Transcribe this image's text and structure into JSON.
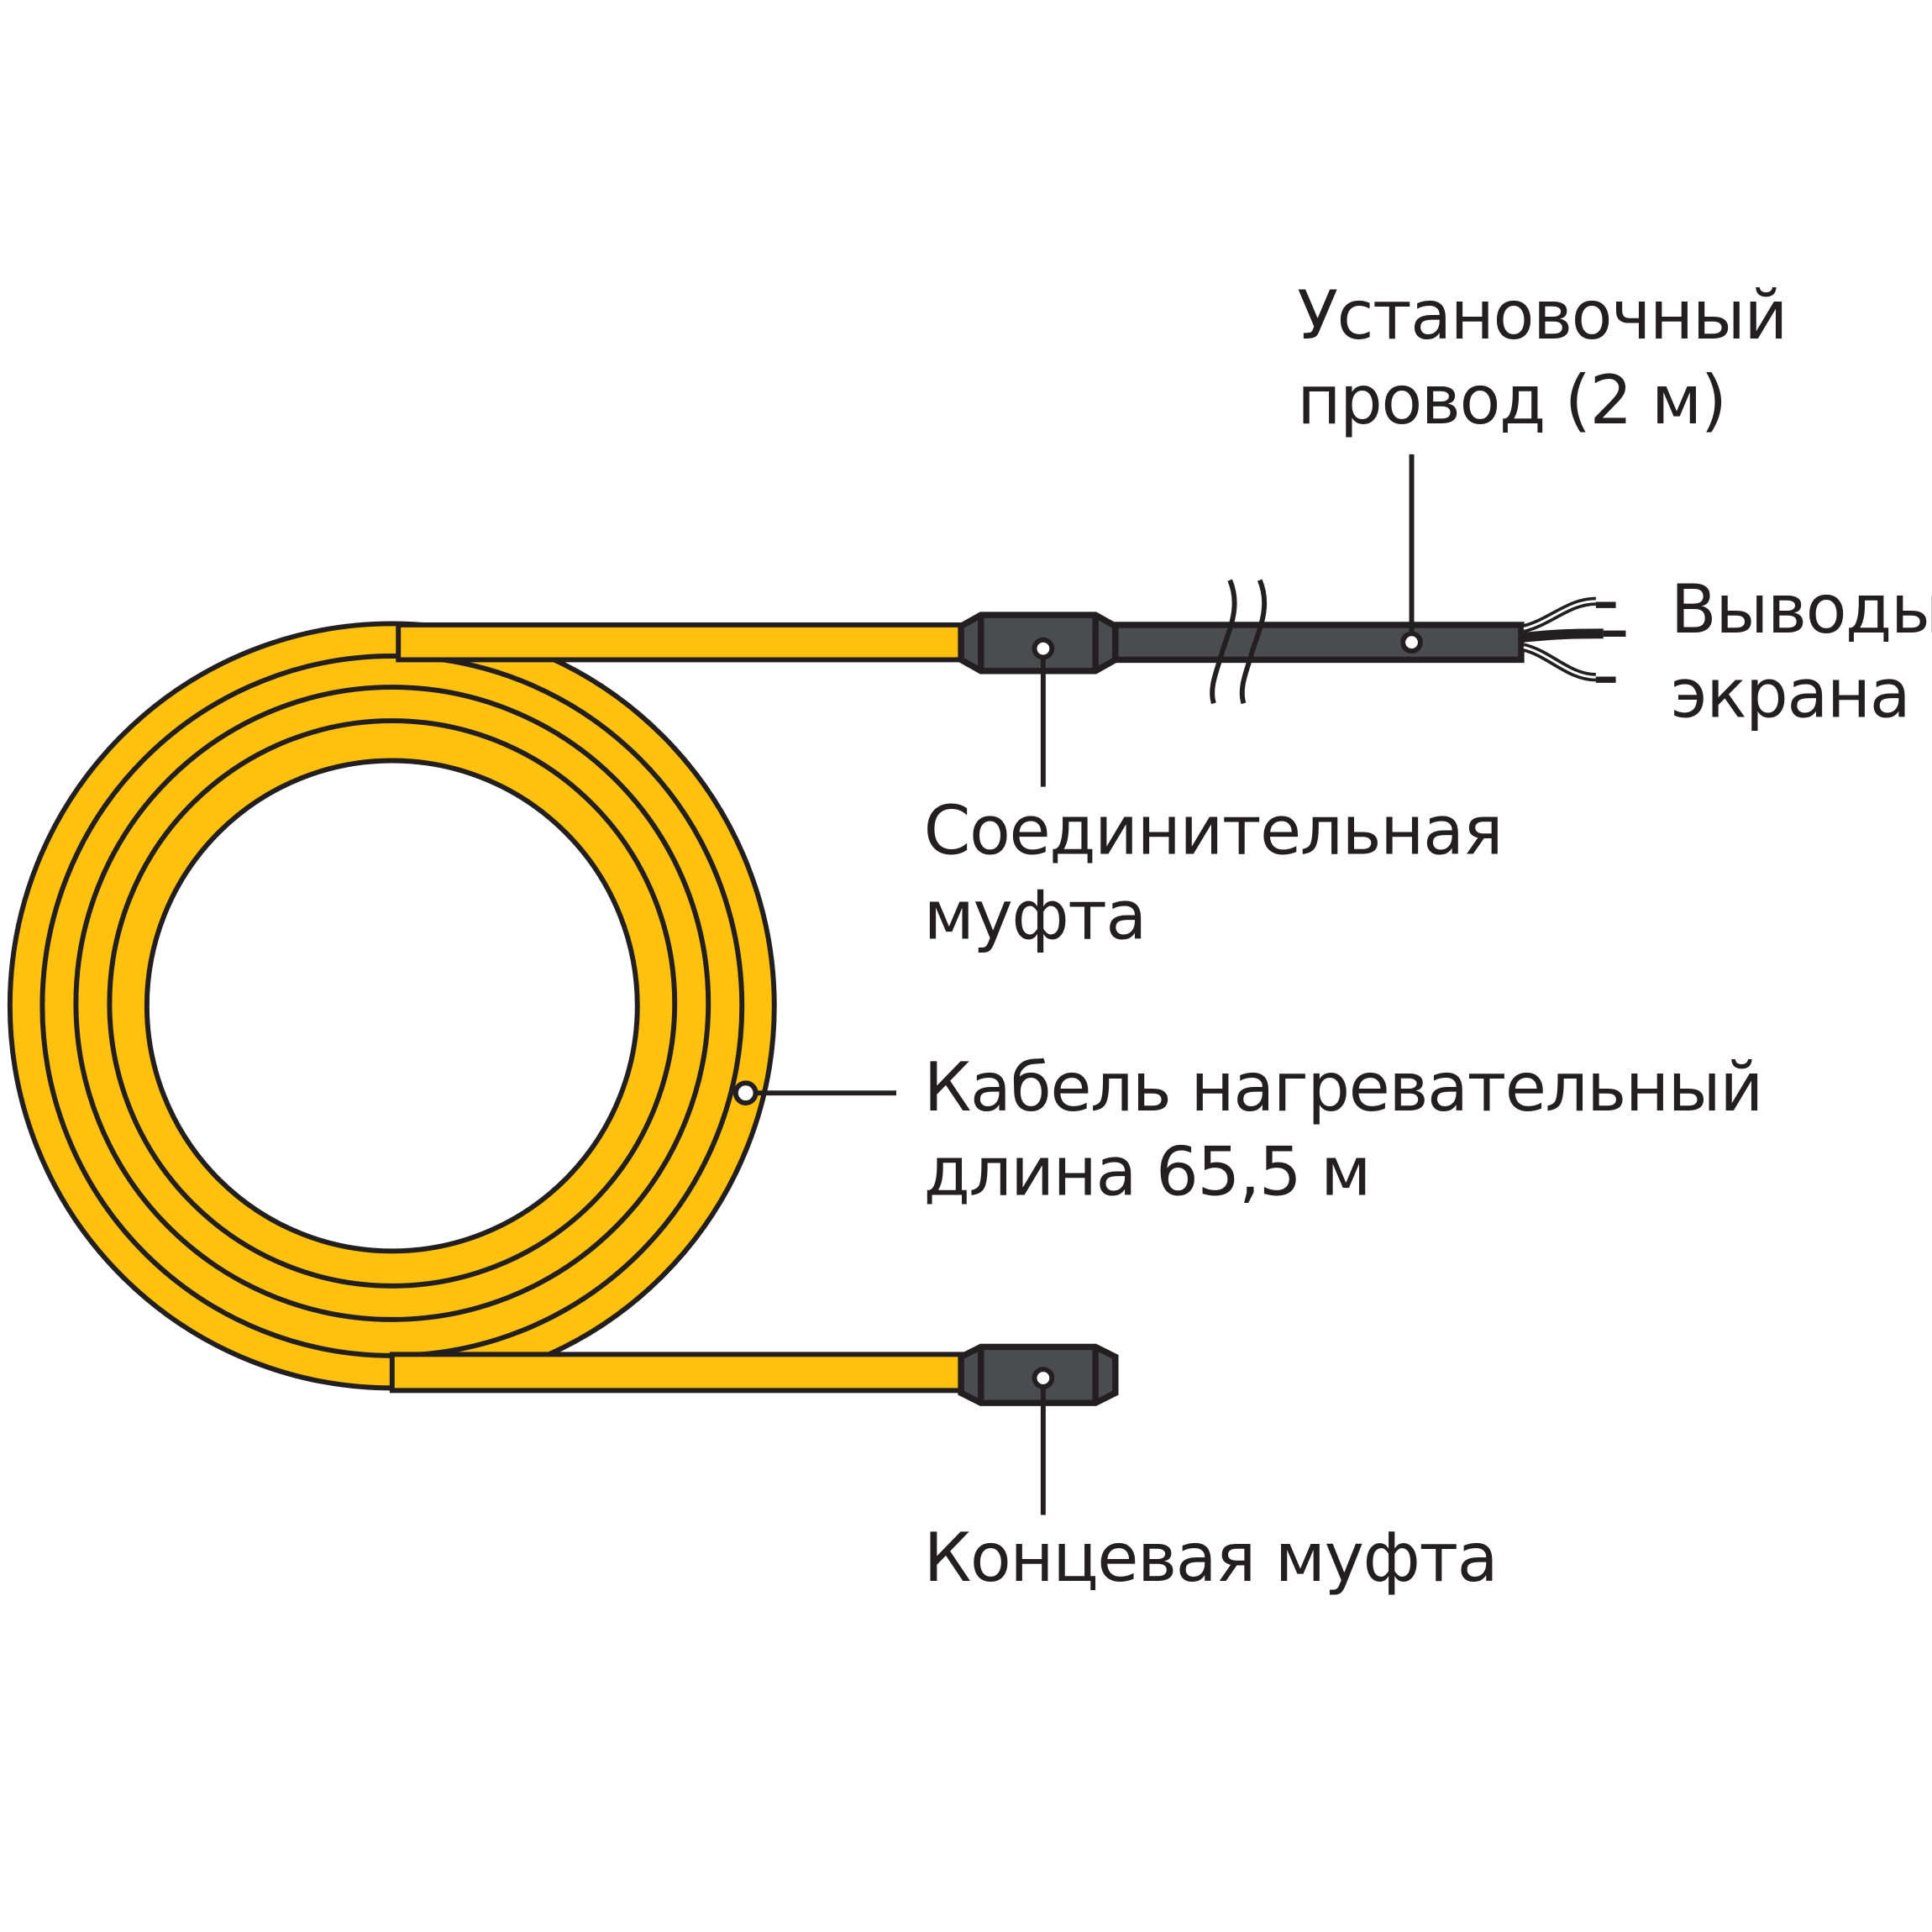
{
  "labels": {
    "install_wire": [
      "Установочный",
      "провод (2 м)"
    ],
    "screen_leads": [
      "Выводы",
      "экрана"
    ],
    "connecting_sleeve": [
      "Соединительная",
      "муфта"
    ],
    "heating_cable": [
      "Кабель нагревательный",
      "длина 65,5 м"
    ],
    "end_sleeve": [
      "Концевая муфта"
    ]
  },
  "colors": {
    "cable": "#fec10e",
    "sleeve": "#4a4c4e",
    "outline": "#231f20"
  }
}
